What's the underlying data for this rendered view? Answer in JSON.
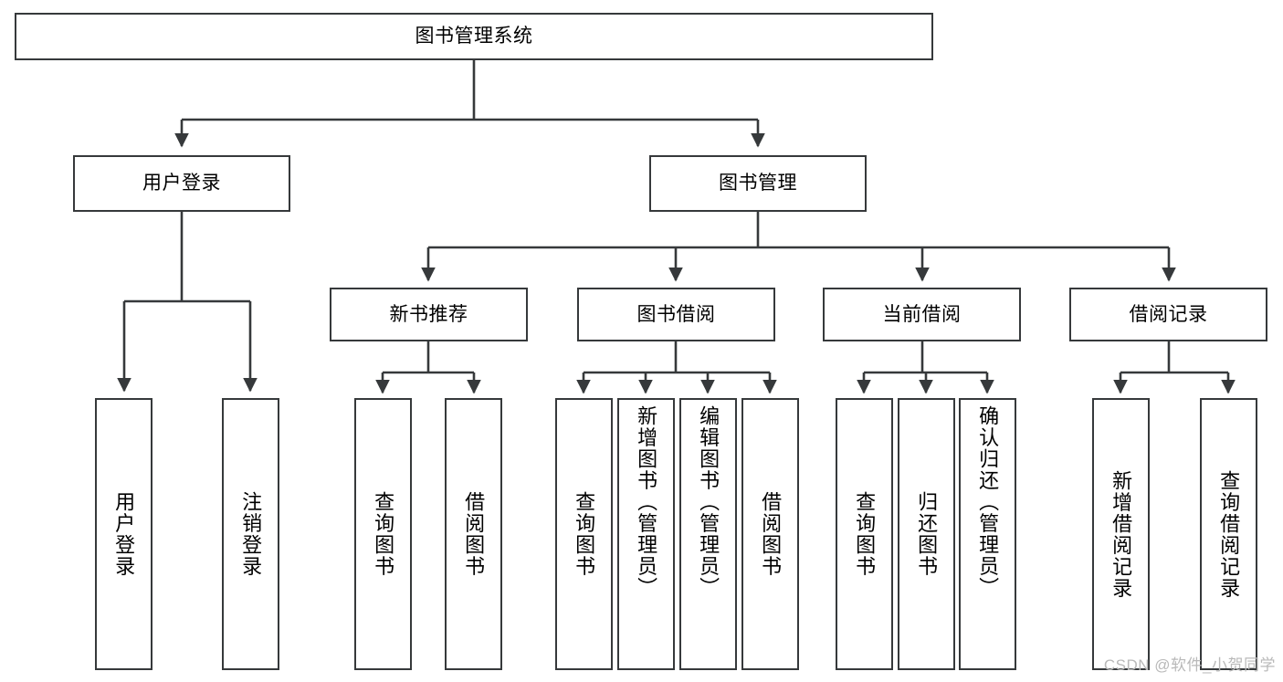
{
  "diagram": {
    "type": "tree",
    "title": "图书管理系统",
    "root": {
      "label": "图书管理系统"
    },
    "level2": [
      {
        "label": "用户登录"
      },
      {
        "label": "图书管理"
      }
    ],
    "level3": [
      {
        "label": "新书推荐"
      },
      {
        "label": "图书借阅"
      },
      {
        "label": "当前借阅"
      },
      {
        "label": "借阅记录"
      }
    ],
    "leaves": {
      "user_login": [
        {
          "label": "用户登录"
        },
        {
          "label": "注销登录"
        }
      ],
      "new_book_recommend": [
        {
          "label": "查询图书"
        },
        {
          "label": "借阅图书"
        }
      ],
      "book_borrow": [
        {
          "label": "查询图书"
        },
        {
          "label": "新增图书（管理员）"
        },
        {
          "label": "编辑图书（管理员）"
        },
        {
          "label": "借阅图书"
        }
      ],
      "current_borrow": [
        {
          "label": "查询图书"
        },
        {
          "label": "归还图书"
        },
        {
          "label": "确认归还（管理员）"
        }
      ],
      "borrow_record": [
        {
          "label": "新增借阅记录"
        },
        {
          "label": "查询借阅记录"
        }
      ]
    },
    "watermark": "CSDN @软件_小贺同学",
    "colors": {
      "stroke": "#36393b",
      "fill": "#ffffff",
      "text": "#000000",
      "watermark": "#b9b9b9"
    }
  }
}
